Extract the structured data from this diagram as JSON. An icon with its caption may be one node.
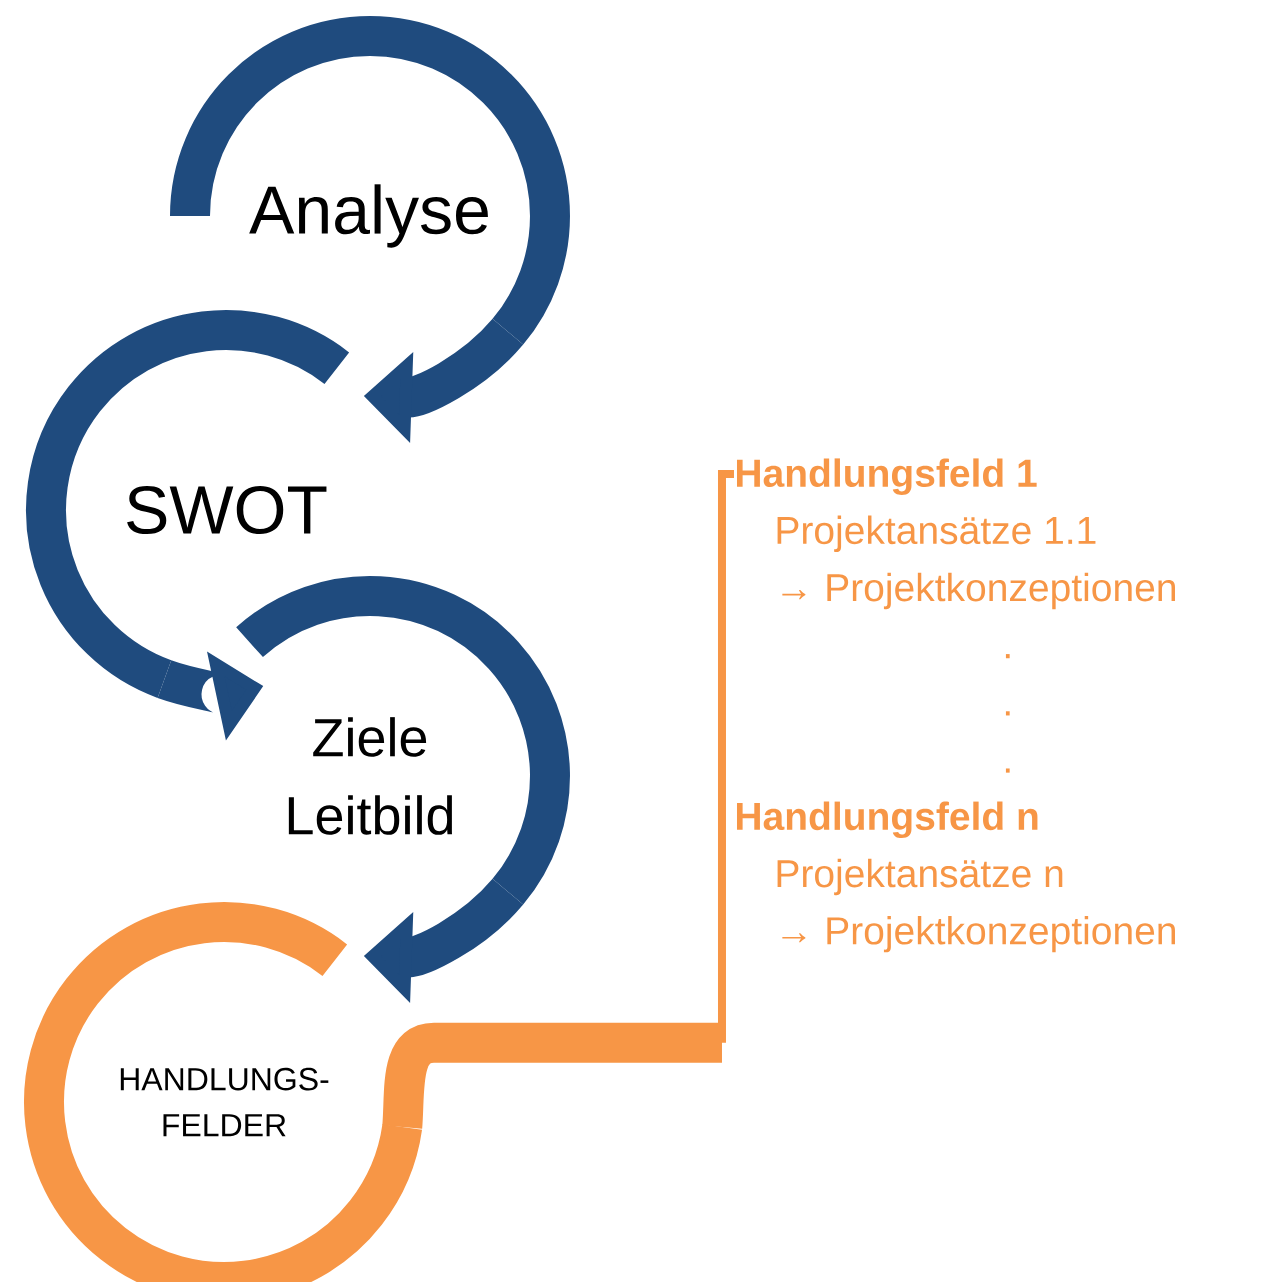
{
  "diagram": {
    "nodes": [
      {
        "text": [
          "Analyse"
        ]
      },
      {
        "text": [
          "SWOT"
        ]
      },
      {
        "text": [
          "Ziele Leitbild"
        ]
      },
      {
        "text": [
          "HANDLUNGS- FELDER"
        ]
      },
      {
        "text": [
          "Handlungsfeld 1",
          "Projektansätze 1.1",
          "→ Projektkonzeptionen",
          ".",
          ".",
          ".",
          "Handlungsfeld n",
          "Projektansätze n",
          "→ Projektkonzeptionen"
        ]
      }
    ],
    "edges": [
      {
        "from": 0,
        "to": 1,
        "arrow": "to"
      },
      {
        "from": 1,
        "to": 2,
        "arrow": "to"
      },
      {
        "from": 2,
        "to": 3,
        "arrow": "to"
      },
      {
        "from": 3,
        "to": 4,
        "arrow": "none",
        "color": "#f79646"
      }
    ]
  }
}
